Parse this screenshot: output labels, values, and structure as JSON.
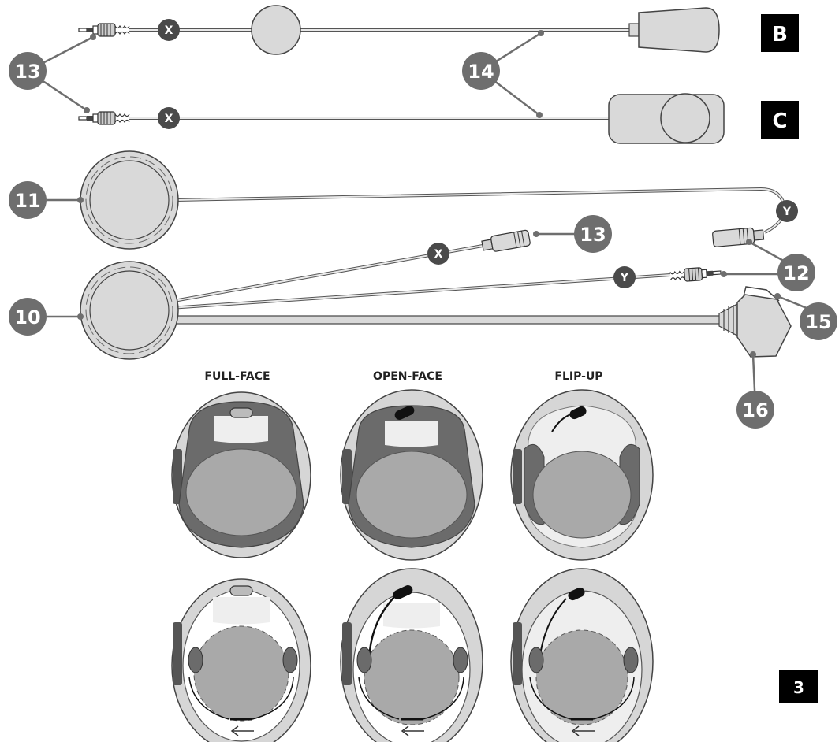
{
  "variants": {
    "b": "B",
    "c": "C"
  },
  "callouts": {
    "n10": "10",
    "n11": "11",
    "n12": "12",
    "n13a": "13",
    "n13b": "13",
    "n14": "14",
    "n15": "15",
    "n16": "16"
  },
  "junctions": {
    "x_top": "X",
    "x_mid": "X",
    "x_bottom": "X",
    "y_right": "Y",
    "y_mid": "Y"
  },
  "helmets": {
    "full_face": "FULL-FACE",
    "open_face": "OPEN-FACE",
    "flip_up": "FLIP-UP"
  },
  "page_number": "3",
  "colors": {
    "callout": "#6e6e6e",
    "junction": "#4a4a4a",
    "part_fill": "#d9d9d9",
    "outline": "#444444",
    "helmet_shell": "#d6d6d6",
    "helmet_pad": "#6b6b6b",
    "helmet_inner": "#a9a9a9",
    "page_box": "#000000"
  }
}
